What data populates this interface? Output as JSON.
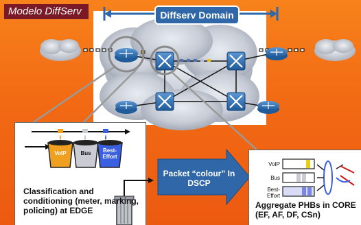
{
  "title": "Modelo DiffServ",
  "domain_label": "Diffserv Domain",
  "queues": {
    "voip": "VoIP",
    "bus": "Bus",
    "best_effort": "Best-\nEffort"
  },
  "left_text": "Classification and conditioning (meter, marking, policing) at EDGE",
  "arrow_text": "Packet “colour” In DSCP",
  "right_text": "Aggregate PHBs in CORE (EF, AF, DF, CSn)",
  "colors": {
    "background": "#f26a14",
    "title_bg": "#7a1a26",
    "domain_label_bg": "#2f67a8",
    "arrow": "#2f67a8",
    "router": "#2b6fb3"
  }
}
